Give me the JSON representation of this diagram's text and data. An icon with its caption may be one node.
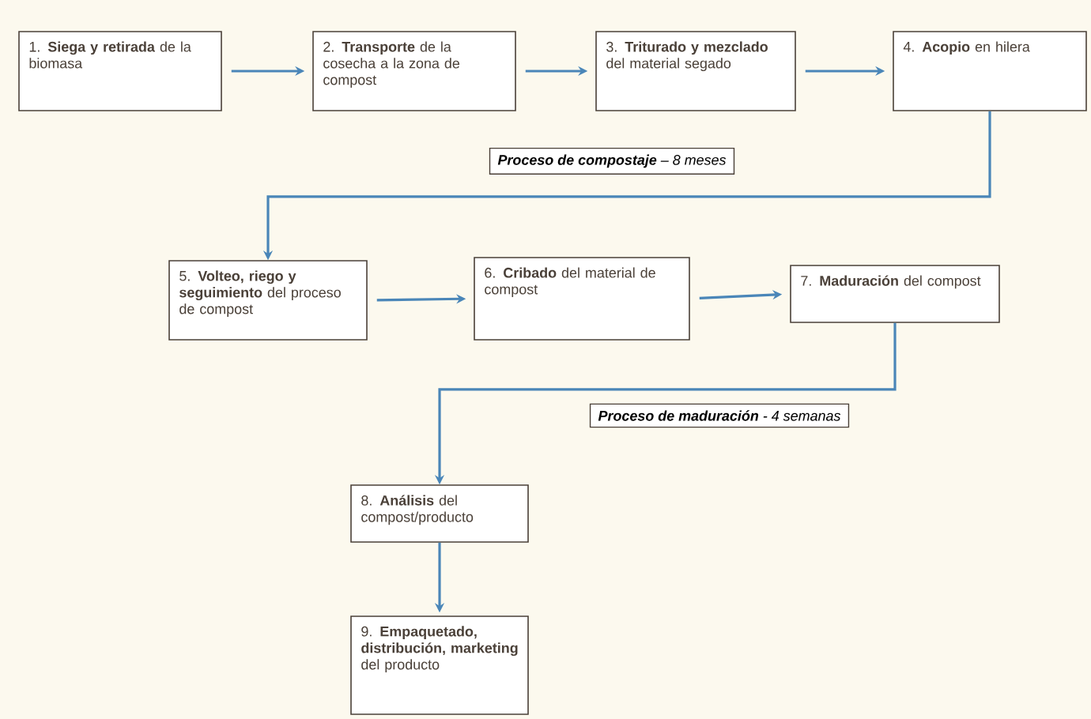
{
  "diagram": {
    "nodes": [
      {
        "text": [
          "1. **Siega y retirada** de la biomasa"
        ]
      },
      {
        "text": [
          "2. **Transporte** de la cosecha a la zona de compost"
        ]
      },
      {
        "text": [
          "3. **Triturado y mezclado** del material segado"
        ]
      },
      {
        "text": [
          "4. **Acopio** en hilera"
        ]
      },
      {
        "text": [
          "5. **Volteo, riego y seguimiento** del proceso de compost"
        ]
      },
      {
        "text": [
          "6. **Cribado** del material de compost"
        ]
      },
      {
        "text": [
          "7. **Maduración** del compost"
        ]
      },
      {
        "text": [
          "8. **Análisis** del compost/producto"
        ]
      },
      {
        "text": [
          "9. **Empaquetado, distribución, marketing** del producto"
        ]
      }
    ],
    "edges": [
      {
        "from": 0,
        "to": 1,
        "arrow": "to"
      },
      {
        "from": 1,
        "to": 2,
        "arrow": "to"
      },
      {
        "from": 2,
        "to": 3,
        "arrow": "to"
      },
      {
        "from": 3,
        "to": 4,
        "arrow": "to",
        "label": "**Proceso de compostaje** – 8 meses"
      },
      {
        "from": 4,
        "to": 5,
        "arrow": "to"
      },
      {
        "from": 5,
        "to": 6,
        "arrow": "to"
      },
      {
        "from": 6,
        "to": 7,
        "arrow": "to",
        "label": "**Proceso de maduración** - 4 semanas"
      },
      {
        "from": 7,
        "to": 8,
        "arrow": "to"
      }
    ]
  }
}
